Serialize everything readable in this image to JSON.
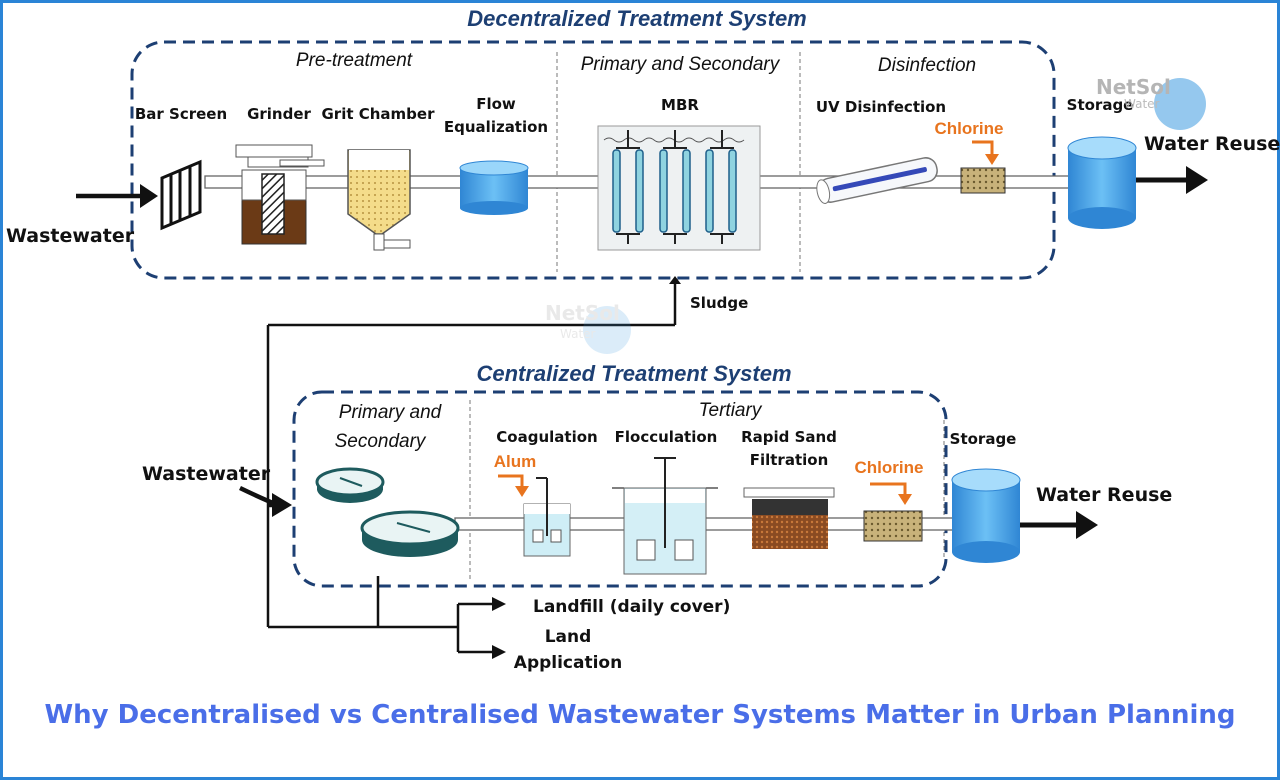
{
  "decentralized": {
    "title": "Decentralized Treatment System",
    "sections": {
      "pretreatment": "Pre-treatment",
      "primary_secondary": "Primary and Secondary",
      "disinfection": "Disinfection"
    },
    "input": "Wastewater",
    "units": {
      "bar_screen": "Bar Screen",
      "grinder": "Grinder",
      "grit_chamber": "Grit Chamber",
      "flow_equalization_1": "Flow",
      "flow_equalization_2": "Equalization",
      "mbr": "MBR",
      "uv": "UV Disinfection",
      "chlorine": "Chlorine",
      "storage": "Storage"
    },
    "output": "Water Reuse",
    "sludge": "Sludge"
  },
  "centralized": {
    "title": "Centralized Treatment System",
    "sections": {
      "primary_secondary_1": "Primary and",
      "primary_secondary_2": "Secondary",
      "tertiary": "Tertiary"
    },
    "input": "Wastewater",
    "units": {
      "coagulation": "Coagulation",
      "alum": "Alum",
      "flocculation": "Flocculation",
      "rapid_sand_1": "Rapid Sand",
      "rapid_sand_2": "Filtration",
      "chlorine": "Chlorine",
      "storage": "Storage"
    },
    "output": "Water Reuse",
    "landfill": "Landfill (daily cover)",
    "land_application_1": "Land",
    "land_application_2": "Application"
  },
  "watermark": {
    "brand_1": "NetSol",
    "brand_2": "Water"
  },
  "caption": "Why Decentralised vs Centralised Wastewater Systems Matter in Urban Planning",
  "colors": {
    "border_blue": "#2a84d6",
    "dash_blue": "#1d3f73",
    "caption_blue": "#4a6ee8",
    "orange": "#e8741e",
    "tank_blue": "#3e9be0",
    "clarifier_teal": "#1e5b5e"
  }
}
